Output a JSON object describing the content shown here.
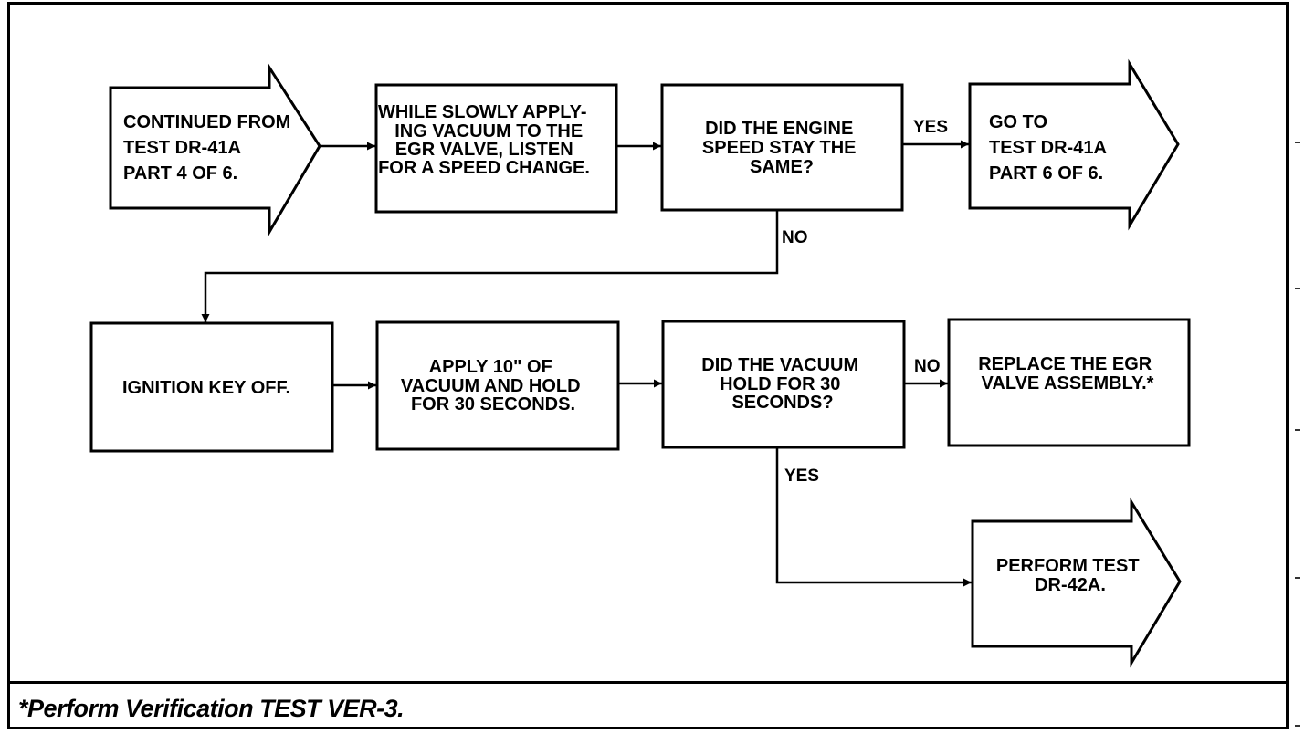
{
  "nodes": {
    "continued_from": {
      "lines": [
        "CONTINUED FROM",
        "TEST DR-41A",
        "PART 4 OF 6."
      ]
    },
    "apply_vacuum_listen": {
      "lines": [
        "WHILE SLOWLY APPLY-",
        "ING VACUUM TO THE",
        "EGR VALVE, LISTEN",
        "FOR A SPEED CHANGE."
      ]
    },
    "speed_same": {
      "lines": [
        "DID THE ENGINE",
        "SPEED STAY THE",
        "SAME?"
      ]
    },
    "go_to": {
      "lines": [
        "GO TO",
        "TEST DR-41A",
        "PART 6 OF 6."
      ]
    },
    "ignition_off": {
      "lines": [
        "IGNITION KEY OFF."
      ]
    },
    "apply_hold": {
      "lines": [
        "APPLY 10\" OF",
        "VACUUM AND HOLD",
        "FOR 30 SECONDS."
      ]
    },
    "vacuum_hold": {
      "lines": [
        "DID THE VACUUM",
        "HOLD FOR 30",
        "SECONDS?"
      ]
    },
    "replace_egr": {
      "lines": [
        "REPLACE THE EGR",
        "VALVE ASSEMBLY.*"
      ]
    },
    "perform_test": {
      "lines": [
        "PERFORM TEST",
        "DR-42A."
      ]
    }
  },
  "edges": {
    "speed_same_yes": "YES",
    "speed_same_no": "NO",
    "vacuum_hold_no": "NO",
    "vacuum_hold_yes": "YES"
  },
  "footer": {
    "note": "*Perform Verification TEST VER-3."
  }
}
